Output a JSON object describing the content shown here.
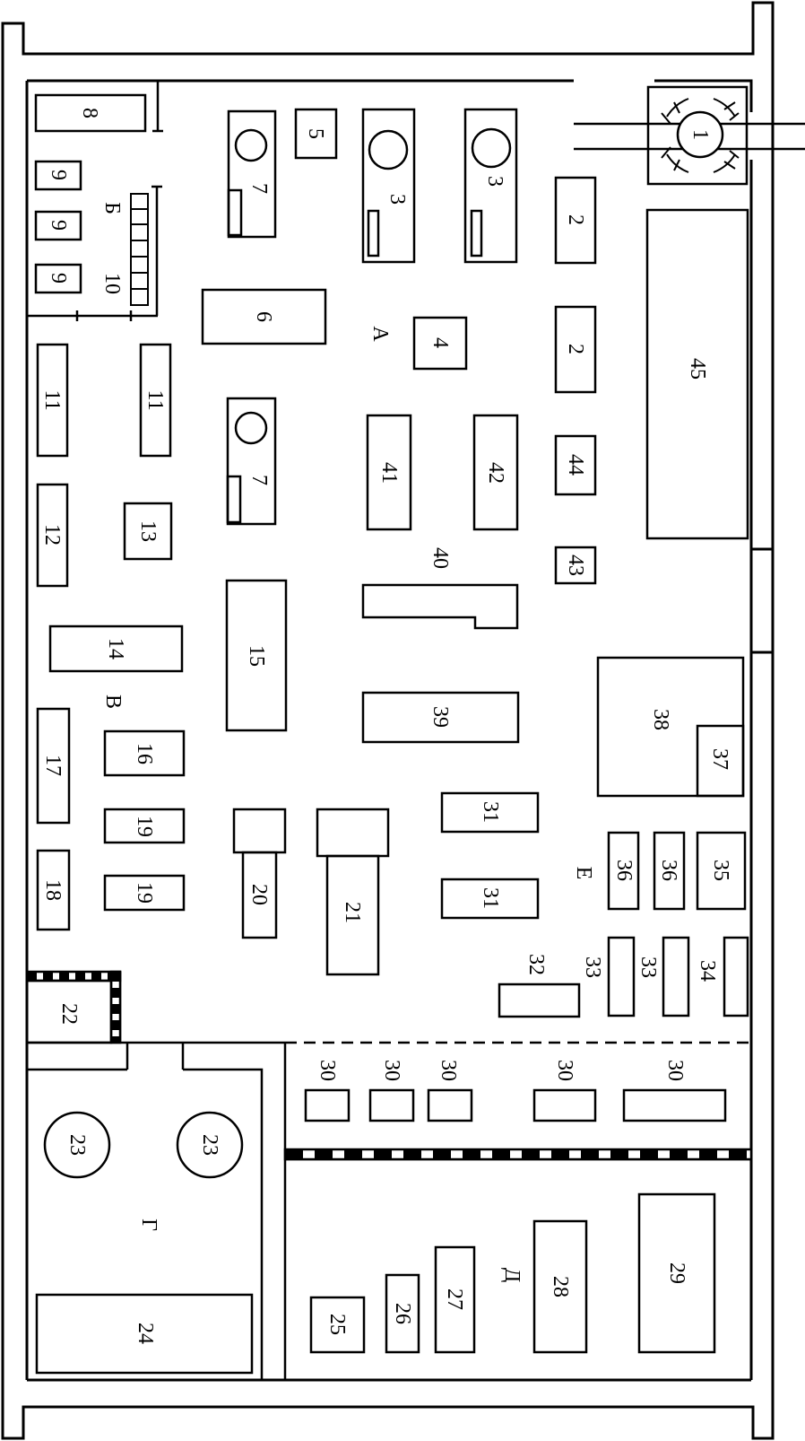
{
  "diagram": {
    "numbers": {
      "n1": "1",
      "n2": "2",
      "n3": "3",
      "n4": "4",
      "n5": "5",
      "n6": "6",
      "n7": "7",
      "n8": "8",
      "n9": "9",
      "n10": "10",
      "n11": "11",
      "n12": "12",
      "n13": "13",
      "n14": "14",
      "n15": "15",
      "n16": "16",
      "n17": "17",
      "n18": "18",
      "n19": "19",
      "n20": "20",
      "n21": "21",
      "n22": "22",
      "n23": "23",
      "n24": "24",
      "n25": "25",
      "n26": "26",
      "n27": "27",
      "n28": "28",
      "n29": "29",
      "n30": "30",
      "n31": "31",
      "n32": "32",
      "n33": "33",
      "n34": "34",
      "n35": "35",
      "n36": "36",
      "n37": "37",
      "n38": "38",
      "n39": "39",
      "n40": "40",
      "n41": "41",
      "n42": "42",
      "n43": "43",
      "n44": "44",
      "n45": "45"
    },
    "zones": {
      "a": "А",
      "b": "Б",
      "v": "В",
      "g": "Г",
      "d": "Д",
      "e": "Е"
    },
    "colors": {
      "line": "#000000",
      "background": "#ffffff"
    }
  }
}
